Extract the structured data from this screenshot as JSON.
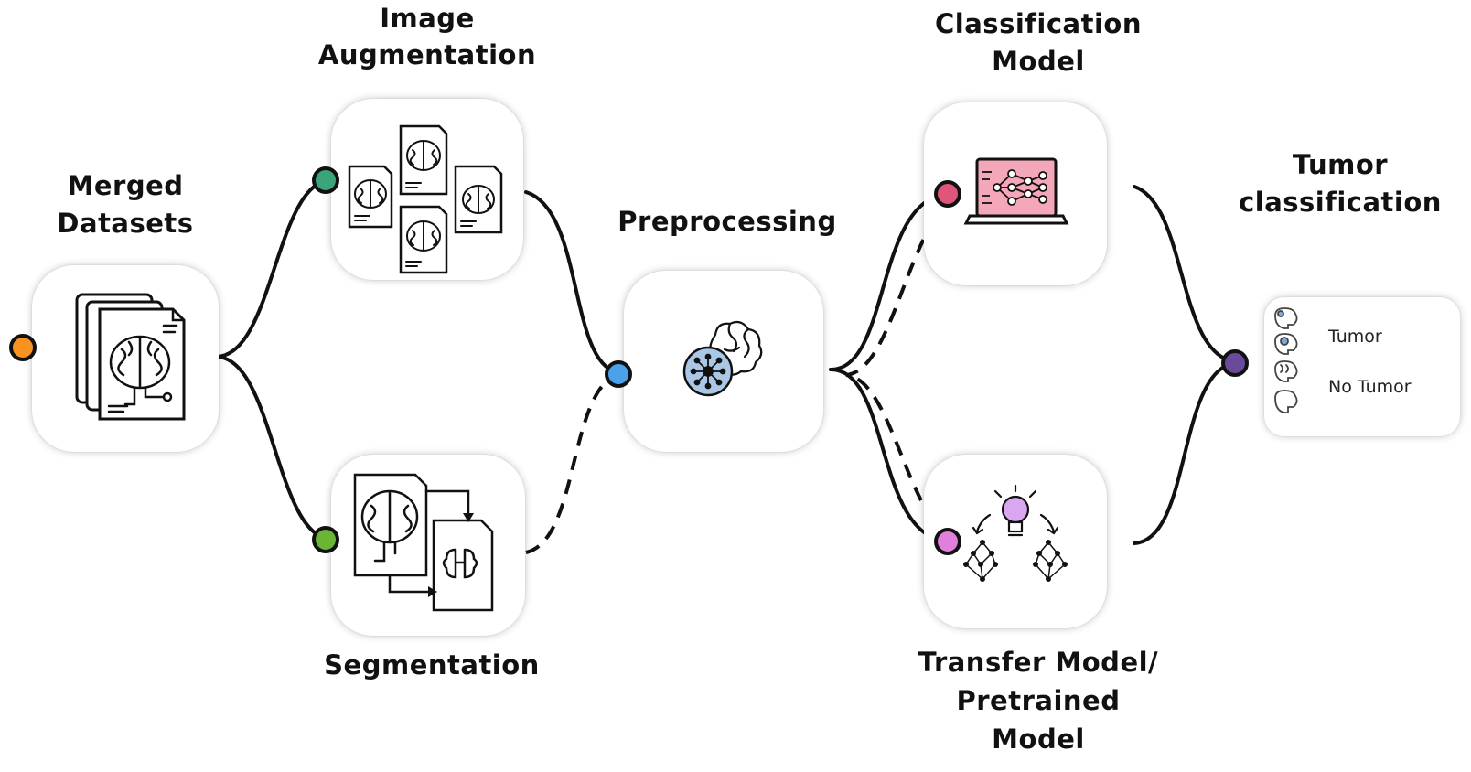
{
  "labels": {
    "merged_datasets": [
      "Merged",
      "Datasets"
    ],
    "image_augmentation": [
      "Image",
      "Augmentation"
    ],
    "segmentation": [
      "Segmentation"
    ],
    "preprocessing": [
      "Preprocessing"
    ],
    "classification_model": [
      "Classification",
      "Model"
    ],
    "transfer_model": [
      "Transfer Model/",
      "Pretrained",
      "Model"
    ],
    "tumor_classification": [
      "Tumor",
      "classification"
    ]
  },
  "output_classes": [
    "Tumor",
    "No Tumor"
  ],
  "node_colors": {
    "input": "#f7931e",
    "augmentation": "#3aa57a",
    "segmentation": "#6ab534",
    "preprocessing": "#4aa3ea",
    "classification": "#e0567a",
    "transfer": "#e07fdc",
    "output": "#6a4a9a"
  },
  "icons": {
    "merged_datasets": "stacked-brain-scan-icon",
    "image_augmentation": "augmented-brain-scans-icon",
    "segmentation": "brain-segmentation-icon",
    "preprocessing": "brain-network-icon",
    "classification_model": "laptop-neural-net-icon",
    "transfer_model": "transfer-learning-icon",
    "tumor_classification": "brain-outcome-icon"
  }
}
